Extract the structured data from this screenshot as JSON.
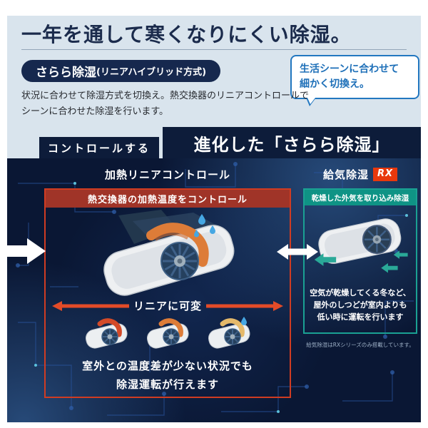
{
  "intro": {
    "title": "一年を通して寒くなりにくい除湿。",
    "badge_main": "さらら除湿",
    "badge_sub": "(リニアハイブリッド方式)",
    "bubble_line1": "生活シーンに合わせて",
    "bubble_line2": "細かく切換え。",
    "desc_line1": "状況に合わせて除湿方式を切換え。熱交換器のリニアコントロールで",
    "desc_line2": "シーンに合わせた除湿を行います。",
    "section_label": "コントロールする",
    "section_title": "進化した「さらら除湿」"
  },
  "heating": {
    "heading": "加熱リニアコントロール",
    "box_header": "熱交換器の加熱温度をコントロール",
    "linear_label": "リニアに可変",
    "caption_line1": "室外との温度差が少ない状況でも",
    "caption_line2": "除湿運転が行えます"
  },
  "intake": {
    "heading": "給気除湿",
    "rx_badge": "RX",
    "box_header": "乾燥した外気を取り込み除湿",
    "caption_line1": "空気が乾燥してくる冬など、",
    "caption_line2": "屋外のしつどが室内よりも",
    "caption_line3": "低い時に運転を行います",
    "footnote": "給気除湿はRXシリーズのみ搭載しています。"
  },
  "colors": {
    "navy_dark": "#0d1c3a",
    "panel_bg": "#0a1734",
    "light_section_bg": "#d9e4ed",
    "accent_red": "#d03c22",
    "red_header_bg": "#a03428",
    "accent_teal": "#1aa193",
    "teal_header_bg": "#0f9385",
    "bubble_blue": "#2277c0",
    "rx_red": "#e8380d",
    "heat_orange": "#dd7c38",
    "droplet_blue": "#46a7e3"
  }
}
